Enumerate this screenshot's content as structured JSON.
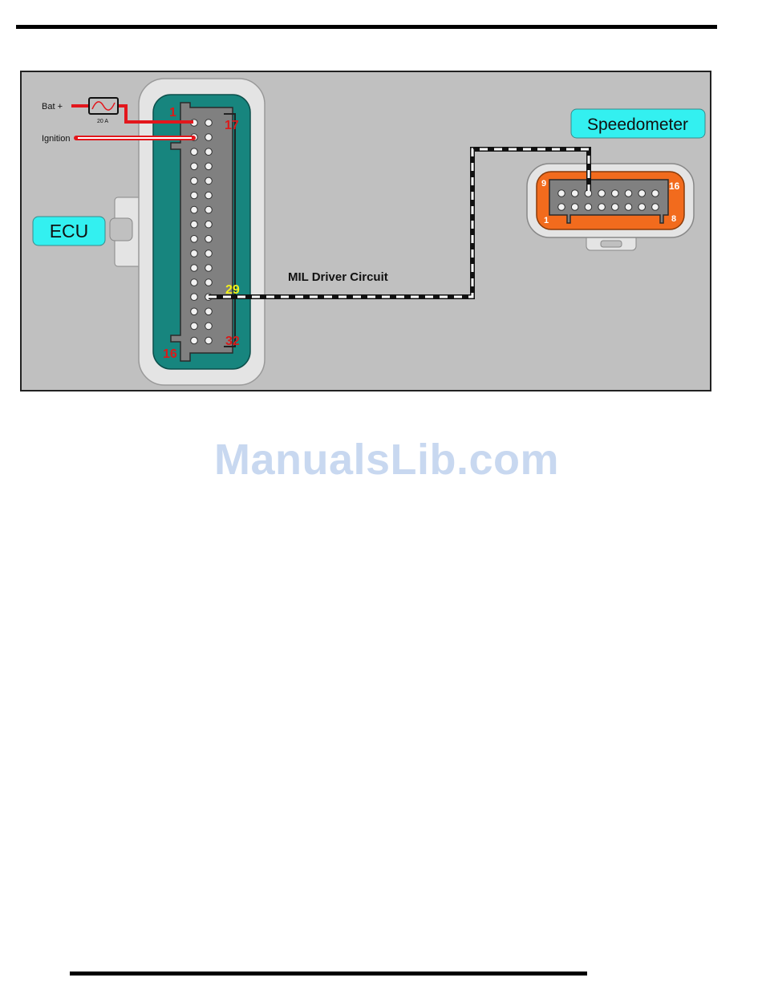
{
  "diagram": {
    "bat_label": "Bat +",
    "fuse_label": "20 A",
    "ignition_label": "Ignition",
    "ecu_label": "ECU",
    "speedometer_label": "Speedometer",
    "circuit_label": "MIL Driver Circuit",
    "ecu_pins": {
      "p1": "1",
      "p17": "17",
      "p16": "16",
      "p32": "32",
      "p29": "29"
    },
    "speedo_pins": {
      "p9": "9",
      "p16": "16",
      "p1": "1",
      "p8": "8"
    },
    "colors": {
      "background": "#c0c0c0",
      "connector_shell": "#e4e4e4",
      "ecu_body": "#17857e",
      "speedo_body": "#f26b1d",
      "label_fill": "#33f0f0",
      "power_wire": "#e3161c",
      "pin_label": "#d91a1a",
      "highlight_pin_label": "#f2f21a"
    }
  },
  "watermark": "ManualsLib.com"
}
